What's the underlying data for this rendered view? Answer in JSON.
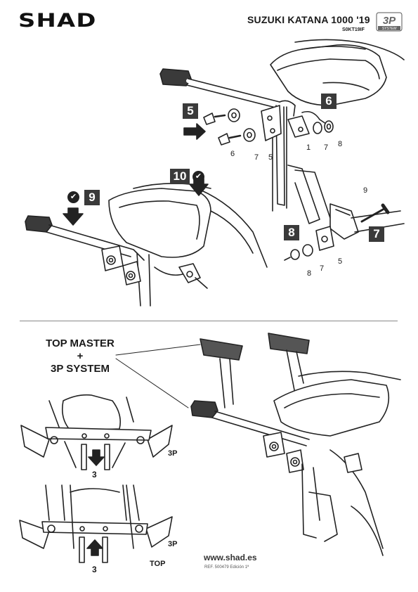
{
  "header": {
    "logo": "SHAD",
    "model": "SUZUKI KATANA 1000 '19",
    "code": "S0KT19IF",
    "badge_main": "3P",
    "badge_sub": "SYSTEM"
  },
  "steps": {
    "s5": "5",
    "s6": "6",
    "s7": "7",
    "s8": "8",
    "s9": "9",
    "s10": "10"
  },
  "parts": {
    "p1": "1",
    "p5a": "5",
    "p6": "6",
    "p7a": "7",
    "p7b": "7",
    "p8a": "8",
    "p9": "9",
    "p5b": "5",
    "p7c": "7",
    "p8b": "8",
    "p3a": "3",
    "p3b": "3",
    "l3pa": "3P",
    "l3pb": "3P",
    "ltop": "TOP"
  },
  "combo": {
    "line1": "TOP MASTER",
    "line2": "+",
    "line3": "3P SYSTEM"
  },
  "footer": {
    "url": "www.shad.es",
    "ref": "REF. 500479 Edición 1ª"
  },
  "colors": {
    "step_box": "#3a3a3a",
    "ink": "#1a1a1a"
  },
  "icons": [
    "check-icon",
    "arrow-down-icon",
    "arrow-up-icon",
    "arrow-right-icon"
  ]
}
